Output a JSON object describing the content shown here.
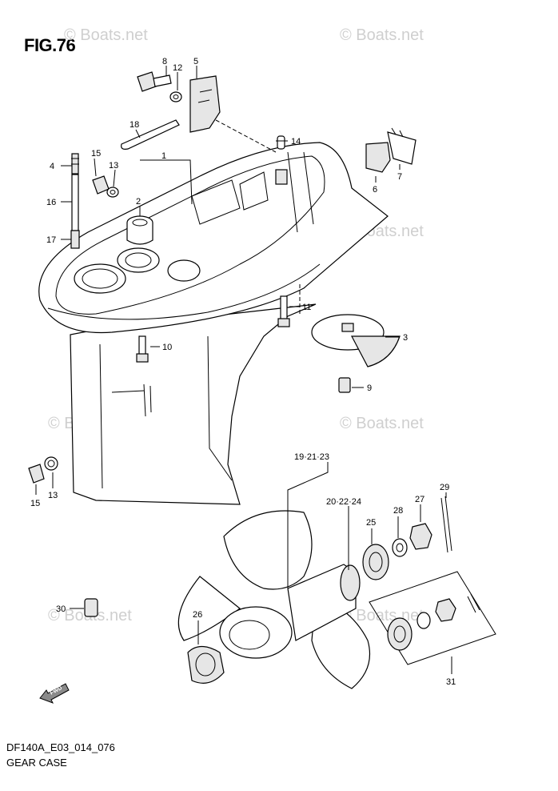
{
  "figure_title": "FIG.76",
  "diagram_code": "DF140A_E03_014_076",
  "section_title": "GEAR CASE",
  "watermark": "© Boats.net",
  "fwd_label": "FWD",
  "callouts": {
    "c1": "1",
    "c2": "2",
    "c3": "3",
    "c4": "4",
    "c5": "5",
    "c6": "6",
    "c7": "7",
    "c8": "8",
    "c9": "9",
    "c10": "10",
    "c11": "11",
    "c12": "12",
    "c13a": "13",
    "c13b": "13",
    "c14": "14",
    "c15a": "15",
    "c15b": "15",
    "c16": "16",
    "c17": "17",
    "c18": "18",
    "c19_21_23": "19·21·23",
    "c20_22_24": "20·22·24",
    "c25": "25",
    "c26": "26",
    "c27": "27",
    "c28": "28",
    "c29": "29",
    "c30": "30",
    "c31": "31"
  }
}
